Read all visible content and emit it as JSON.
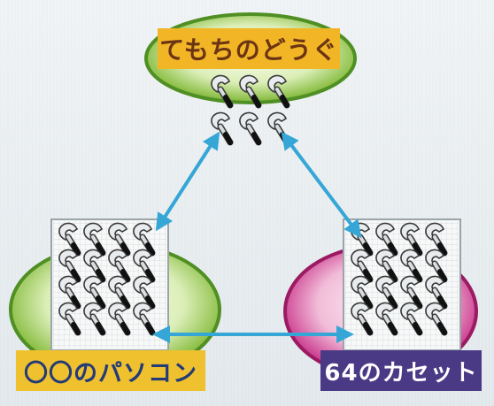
{
  "nodes": {
    "top": {
      "label": "てもちのどうぐ"
    },
    "left": {
      "label": "〇〇のパソコン"
    },
    "right": {
      "label": "64のカセット"
    }
  },
  "colors": {
    "green": "#7fb43a",
    "magenta": "#c2307f",
    "arrow": "#35a6d6",
    "orange": "#f2b526",
    "purple": "#4a3a86"
  },
  "icons": {
    "items": "wrench-icon",
    "connector": "double-arrow"
  }
}
